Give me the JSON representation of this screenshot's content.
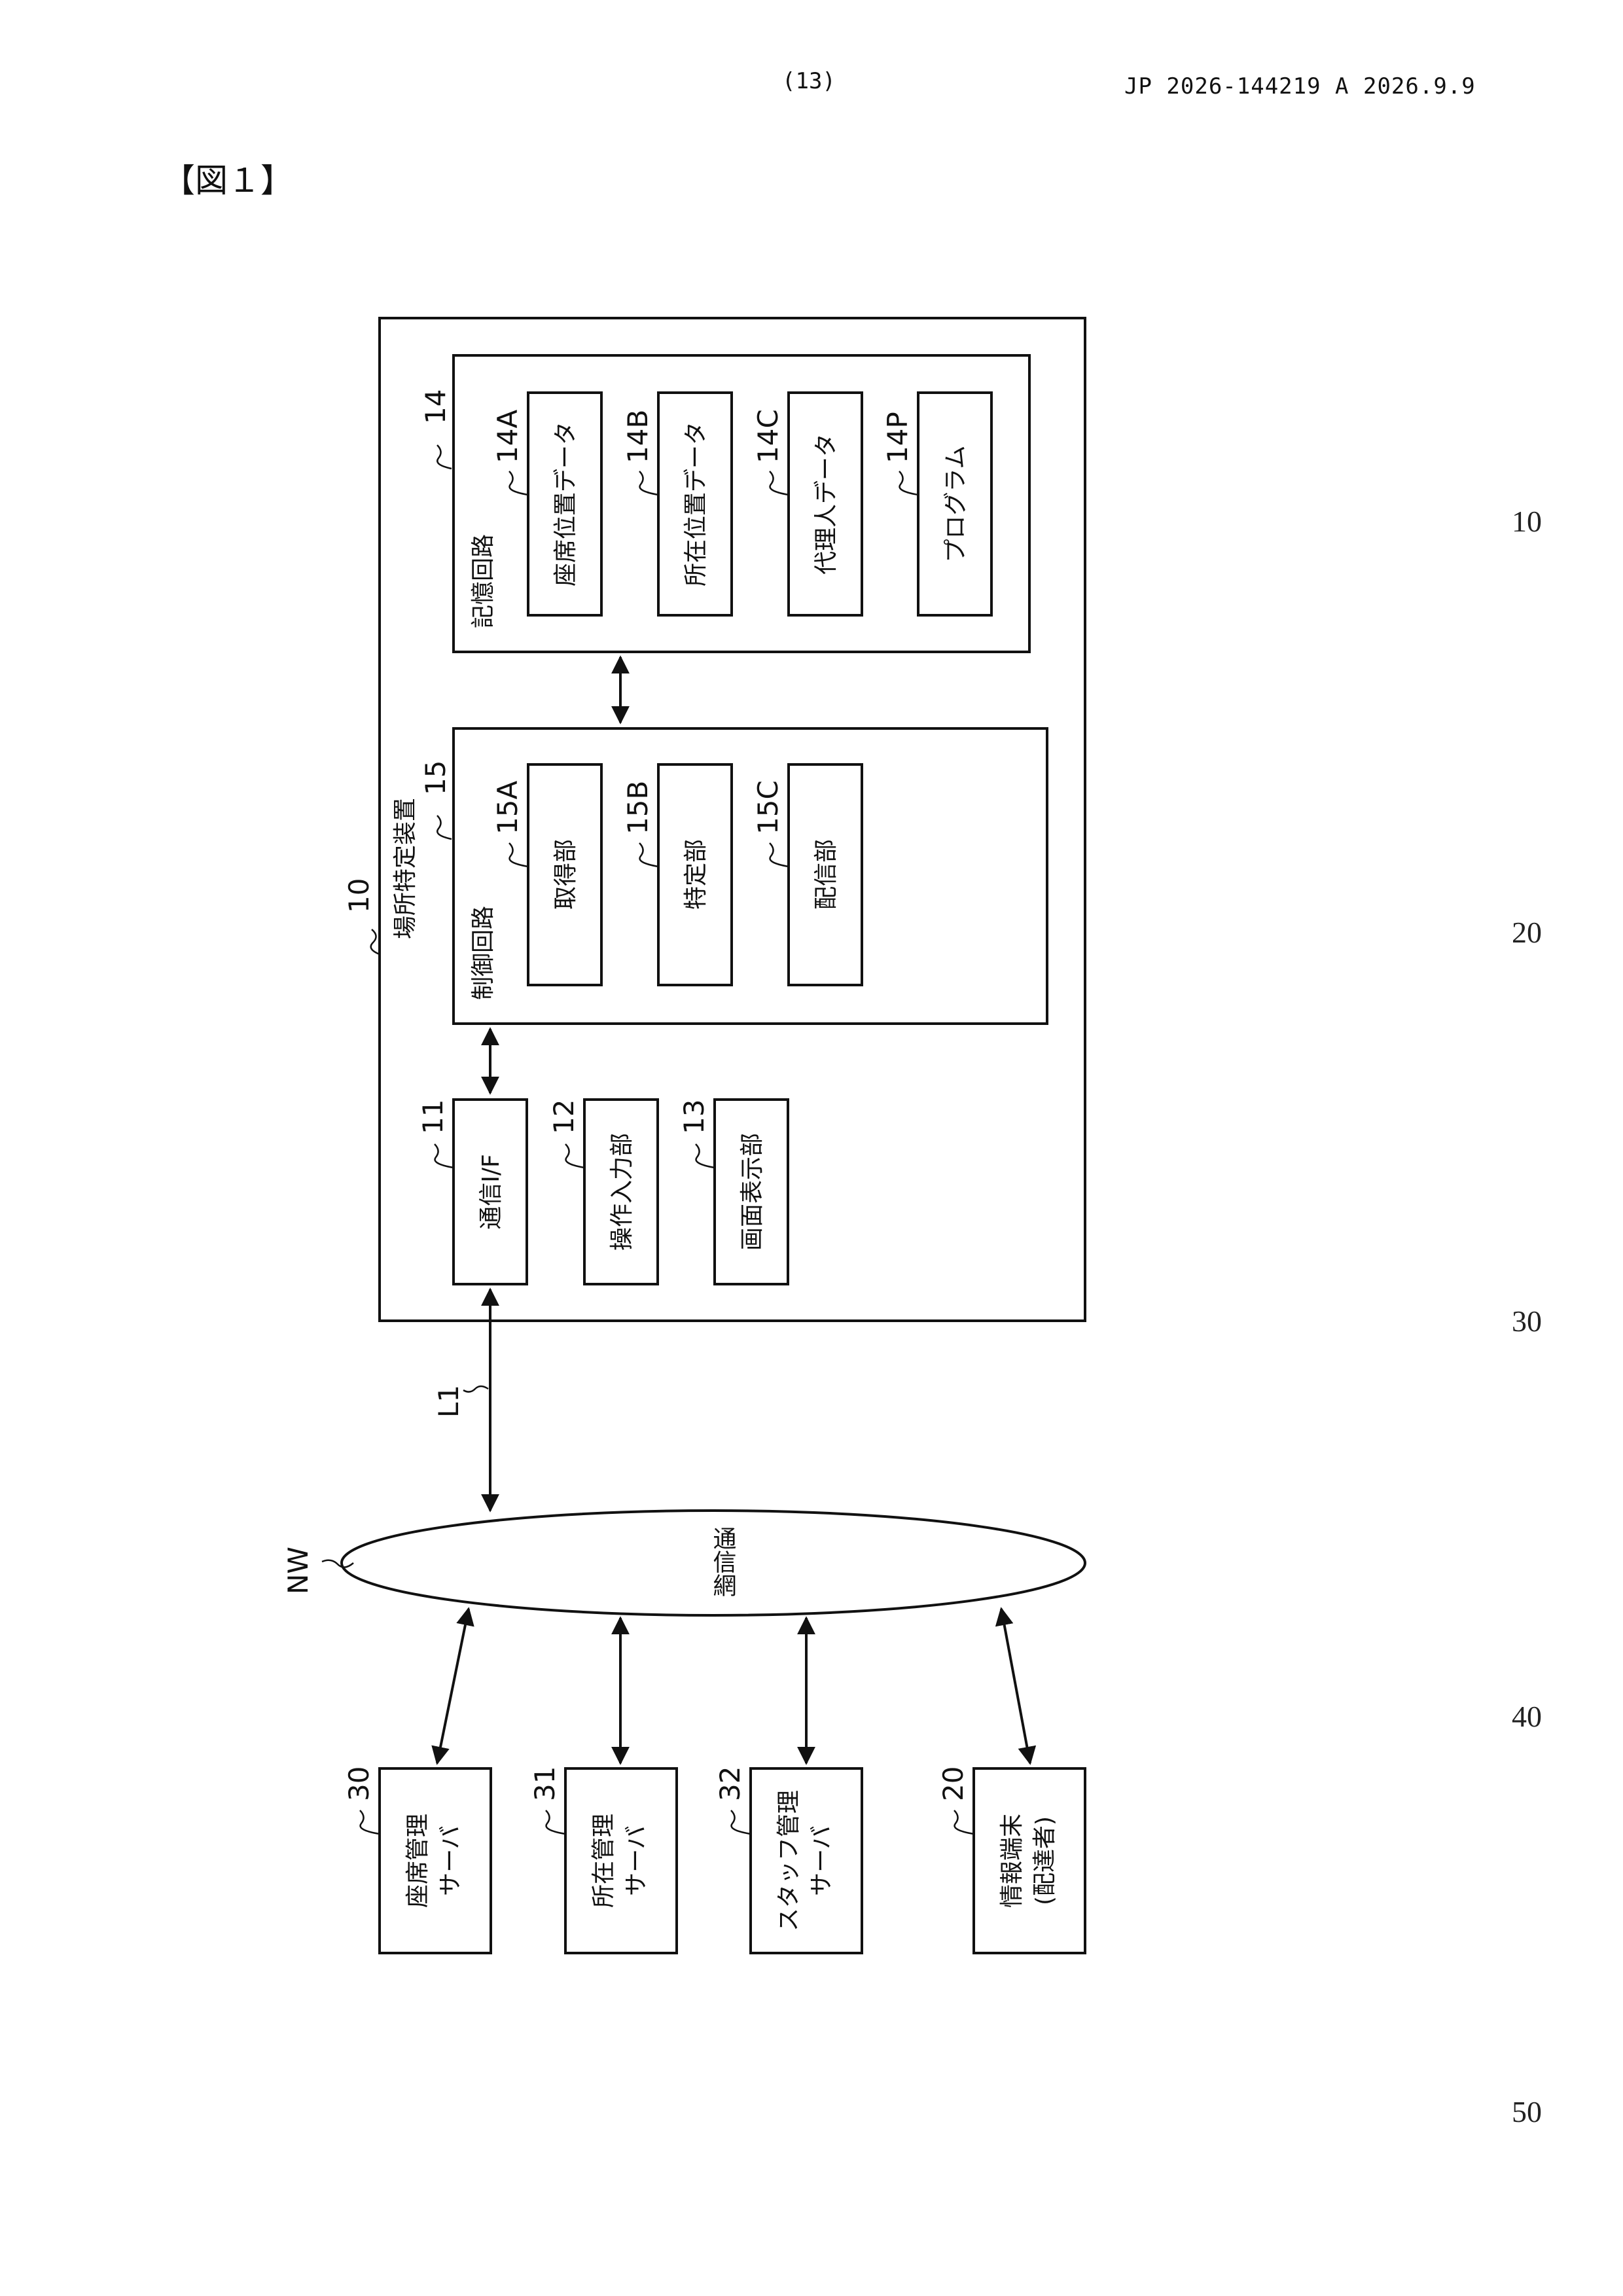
{
  "header": {
    "page_number": "(13)",
    "publication": "JP  2026-144219  A  2026.9.9"
  },
  "figure_label": "【図１】",
  "line_numbers": [
    "10",
    "20",
    "30",
    "40",
    "50"
  ],
  "diagram": {
    "device": {
      "ref": "10",
      "label": "場所特定装置"
    },
    "storage": {
      "ref": "14",
      "label": "記憶回路"
    },
    "seat_data": {
      "ref": "14A",
      "label": "座席位置データ"
    },
    "loc_data": {
      "ref": "14B",
      "label": "所在位置データ"
    },
    "agent_data": {
      "ref": "14C",
      "label": "代理人データ"
    },
    "program": {
      "ref": "14P",
      "label": "プログラム"
    },
    "control": {
      "ref": "15",
      "label": "制御回路"
    },
    "acquire": {
      "ref": "15A",
      "label": "取得部"
    },
    "identify": {
      "ref": "15B",
      "label": "特定部"
    },
    "deliver": {
      "ref": "15C",
      "label": "配信部"
    },
    "comm_if": {
      "ref": "11",
      "label": "通信I/F"
    },
    "op_input": {
      "ref": "12",
      "label": "操作入力部"
    },
    "display": {
      "ref": "13",
      "label": "画面表示部"
    },
    "link": {
      "ref": "L1"
    },
    "network": {
      "ref": "NW",
      "label": "通信網"
    },
    "seat_server": {
      "ref": "30",
      "label_1": "座席管理",
      "label_2": "サーバ"
    },
    "loc_server": {
      "ref": "31",
      "label_1": "所在管理",
      "label_2": "サーバ"
    },
    "staff_server": {
      "ref": "32",
      "label_1": "スタッフ管理",
      "label_2": "サーバ"
    },
    "info_terminal": {
      "ref": "20",
      "label_1": "情報端末",
      "label_2": "(配達者)"
    }
  }
}
